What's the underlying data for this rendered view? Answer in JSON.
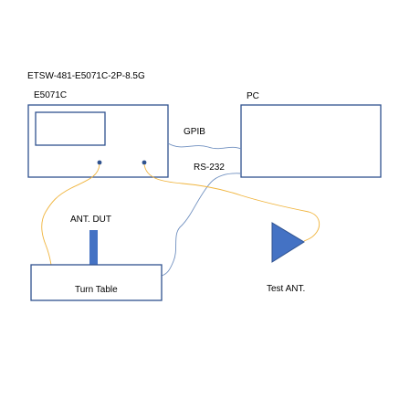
{
  "title": "ETSW-481-E5071C-2P-8.5G",
  "labels": {
    "analyzer": "E5071C",
    "pc": "PC",
    "gpib": "GPIB",
    "rs232": "RS-232",
    "ant_dut": "ANT.  DUT",
    "turn_table": "Turn  Table",
    "test_ant": "Test ANT."
  },
  "colors": {
    "box_stroke": "#2f528f",
    "accent_blue": "#4472c4",
    "cable_orange": "#f0b43c",
    "cable_blue": "#6f8fbf"
  }
}
